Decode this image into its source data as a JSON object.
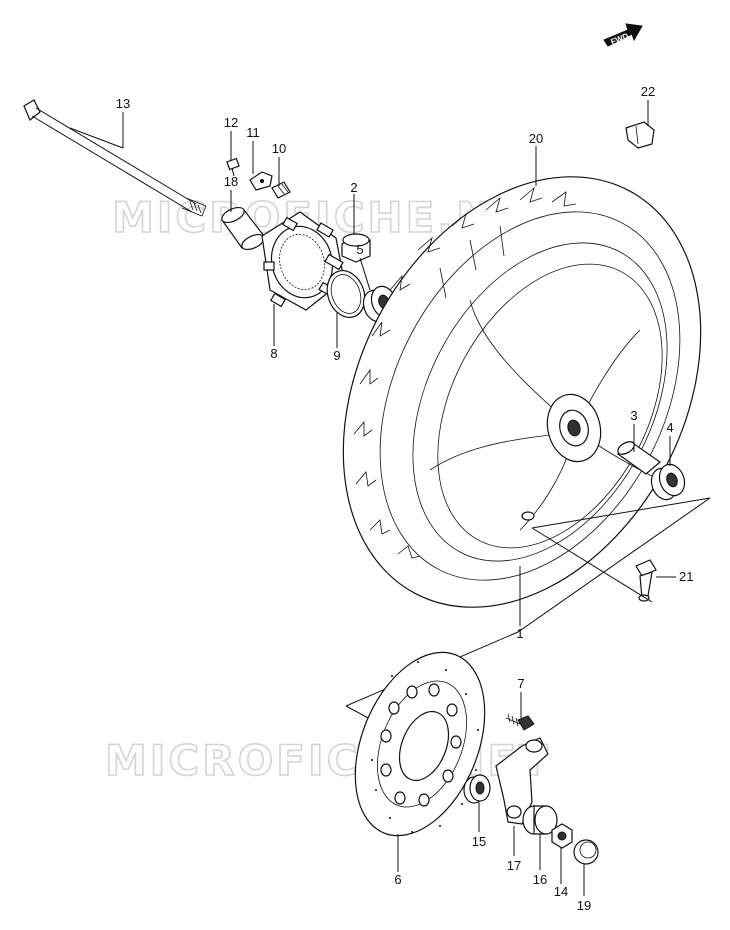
{
  "watermark": "MICROFICHE.NET",
  "fwd_label": "FWD",
  "callouts": [
    {
      "id": "c1",
      "text": "1"
    },
    {
      "id": "c2",
      "text": "2"
    },
    {
      "id": "c3",
      "text": "3"
    },
    {
      "id": "c4",
      "text": "4"
    },
    {
      "id": "c5",
      "text": "5"
    },
    {
      "id": "c6",
      "text": "6"
    },
    {
      "id": "c7",
      "text": "7"
    },
    {
      "id": "c8",
      "text": "8"
    },
    {
      "id": "c9",
      "text": "9"
    },
    {
      "id": "c10",
      "text": "10"
    },
    {
      "id": "c11",
      "text": "11"
    },
    {
      "id": "c12",
      "text": "12"
    },
    {
      "id": "c13",
      "text": "13"
    },
    {
      "id": "c14",
      "text": "14"
    },
    {
      "id": "c15",
      "text": "15"
    },
    {
      "id": "c16",
      "text": "16"
    },
    {
      "id": "c17",
      "text": "17"
    },
    {
      "id": "c18",
      "text": "18"
    },
    {
      "id": "c19",
      "text": "19"
    },
    {
      "id": "c20",
      "text": "20"
    },
    {
      "id": "c21",
      "text": "21"
    },
    {
      "id": "c22",
      "text": "22"
    }
  ]
}
